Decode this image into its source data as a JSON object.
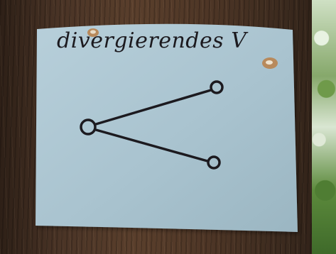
{
  "image": {
    "description_free": true,
    "sign": {
      "title": "divergierendes V"
    },
    "colors": {
      "paper": "#a9c3cf",
      "ink": "#1c1a1f",
      "bark": "#4a3426",
      "pin": "#b88a5c"
    },
    "icons": [
      "pin-icon",
      "pin-icon",
      "diagram-node",
      "diagram-node",
      "diagram-node"
    ]
  }
}
